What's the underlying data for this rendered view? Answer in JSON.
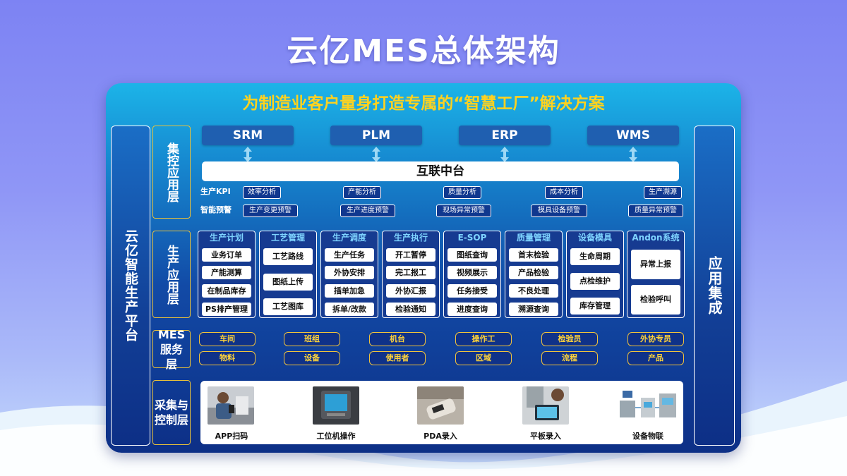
{
  "title": "云亿MES总体架构",
  "subtitle": "为制造业客户量身打造专属的“智慧工厂”解决方案",
  "left_platform": "云亿智能生产平台",
  "right_integration": "应用集成",
  "layers": {
    "control": "集控应用层",
    "production": "生产应用层",
    "service": "MES服务层",
    "collection": "采集与控制层"
  },
  "systems": [
    "SRM",
    "PLM",
    "ERP",
    "WMS"
  ],
  "middle_platform": "互联中台",
  "kpi": {
    "label": "生产KPI",
    "items": [
      "效率分析",
      "产能分析",
      "质量分析",
      "成本分析",
      "生产溯源"
    ]
  },
  "alert": {
    "label": "智能预警",
    "items": [
      "生产变更预警",
      "生产进度预警",
      "现场异常预警",
      "模具设备预警",
      "质量异常预警"
    ]
  },
  "modules": [
    {
      "title": "生产计划",
      "items": [
        "业务订单",
        "产能测算",
        "在制品库存",
        "PS排产管理"
      ]
    },
    {
      "title": "工艺管理",
      "items": [
        "工艺路线",
        "图纸上传",
        "工艺图库"
      ]
    },
    {
      "title": "生产调度",
      "items": [
        "生产任务",
        "外协安排",
        "插单加急",
        "拆单/改款"
      ]
    },
    {
      "title": "生产执行",
      "items": [
        "开工暂停",
        "完工报工",
        "外协汇报",
        "检验通知"
      ]
    },
    {
      "title": "E-SOP",
      "items": [
        "图纸查询",
        "视频展示",
        "任务接受",
        "进度查询"
      ]
    },
    {
      "title": "质量管理",
      "items": [
        "首末检验",
        "产品检验",
        "不良处理",
        "溯源查询"
      ]
    },
    {
      "title": "设备模具",
      "items": [
        "生命周期",
        "点检维护",
        "库存管理"
      ]
    },
    {
      "title": "Andon系统",
      "items": [
        "异常上报",
        "检验呼叫"
      ]
    }
  ],
  "services": {
    "row1": [
      "车间",
      "班组",
      "机台",
      "操作工",
      "检验员",
      "外协专员"
    ],
    "row2": [
      "物料",
      "设备",
      "使用者",
      "区域",
      "流程",
      "产品"
    ]
  },
  "collection_items": [
    {
      "label": "APP扫码",
      "icon": "phone-scan-photo"
    },
    {
      "label": "工位机操作",
      "icon": "station-terminal-photo"
    },
    {
      "label": "PDA录入",
      "icon": "pda-photo"
    },
    {
      "label": "平板录入",
      "icon": "tablet-photo"
    },
    {
      "label": "设备物联",
      "icon": "iot-devices-photo"
    }
  ],
  "colors": {
    "accent_yellow": "#ffd21f",
    "panel_blue": "#124aa6",
    "module_title": "#7fd4ff"
  }
}
